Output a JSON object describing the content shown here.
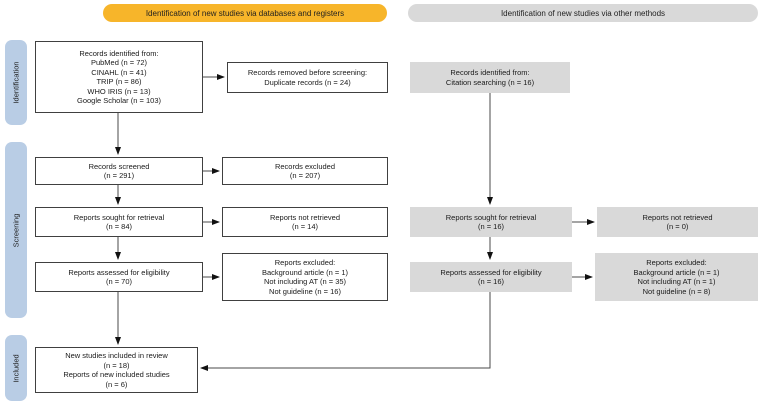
{
  "banners": {
    "left": "Identification of new studies via databases and registers",
    "right": "Identification of new studies via other methods"
  },
  "sidebar": {
    "identification": "Identification",
    "screening": "Screening",
    "included": "Included"
  },
  "boxes": {
    "db_identified": "Records identified from:\nPubMed (n = 72)\nCINAHL (n = 41)\nTRIP (n = 86)\nWHO IRIS (n = 13)\nGoogle Scholar (n = 103)",
    "dup_removed": "Records removed before screening:\nDuplicate records (n = 24)",
    "citation_identified": "Records identified from:\nCitation searching (n = 16)",
    "screened": "Records screened\n(n = 291)",
    "records_excluded": "Records excluded\n(n = 207)",
    "sought_db": "Reports sought for retrieval\n(n = 84)",
    "not_retrieved_db": "Reports not retrieved\n(n = 14)",
    "sought_other": "Reports sought for retrieval\n(n = 16)",
    "not_retrieved_other": "Reports not retrieved\n(n = 0)",
    "assessed_db": "Reports assessed for eligibility\n(n = 70)",
    "reports_excluded_db": "Reports excluded:\nBackground article (n = 1)\nNot including AT (n = 35)\nNot guideline (n = 16)",
    "assessed_other": "Reports assessed for eligibility\n(n = 16)",
    "reports_excluded_other": "Reports excluded:\nBackground article (n = 1)\nNot including AT (n = 1)\nNot guideline (n = 8)",
    "included": "New studies included in review\n(n = 18)\nReports of new included studies\n(n = 6)"
  },
  "colors": {
    "banner_left": "#f7b52a",
    "banner_right": "#d9d9d9",
    "sidebar": "#b9cde5",
    "gray_box": "#d9d9d9",
    "line": "#4a4a4a"
  }
}
